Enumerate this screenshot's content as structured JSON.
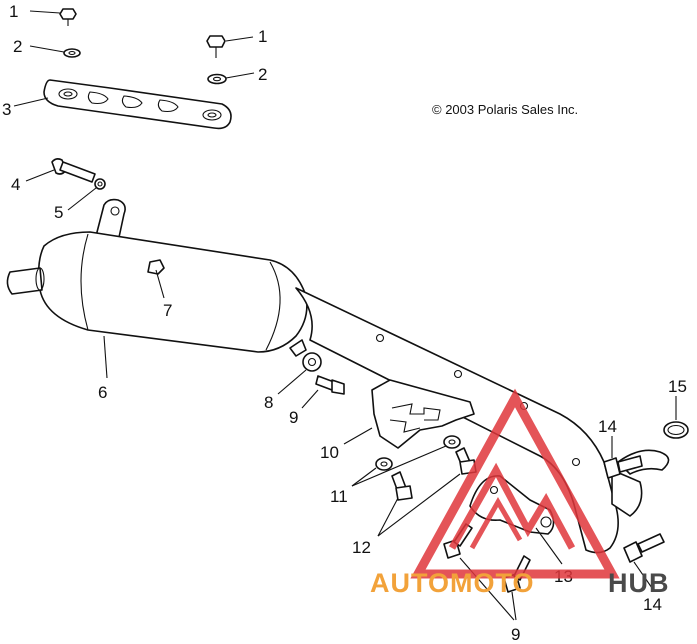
{
  "diagram": {
    "copyright": "© 2003 Polaris Sales Inc.",
    "callouts": [
      {
        "id": "c1a",
        "label": "1"
      },
      {
        "id": "c1b",
        "label": "1"
      },
      {
        "id": "c2a",
        "label": "2"
      },
      {
        "id": "c2b",
        "label": "2"
      },
      {
        "id": "c3",
        "label": "3"
      },
      {
        "id": "c4",
        "label": "4"
      },
      {
        "id": "c5",
        "label": "5"
      },
      {
        "id": "c6",
        "label": "6"
      },
      {
        "id": "c7",
        "label": "7"
      },
      {
        "id": "c8",
        "label": "8"
      },
      {
        "id": "c9a",
        "label": "9"
      },
      {
        "id": "c9b",
        "label": "9"
      },
      {
        "id": "c10",
        "label": "10"
      },
      {
        "id": "c11",
        "label": "11"
      },
      {
        "id": "c12",
        "label": "12"
      },
      {
        "id": "c13",
        "label": "13"
      },
      {
        "id": "c14a",
        "label": "14"
      },
      {
        "id": "c14b",
        "label": "14"
      },
      {
        "id": "c15",
        "label": "15"
      }
    ]
  },
  "watermark": {
    "text_left": "AUTOMOTO",
    "text_right": "HUB",
    "color_left": "#f2a23a",
    "color_right": "#4a4a4a",
    "logo_color": "#e0373c"
  }
}
